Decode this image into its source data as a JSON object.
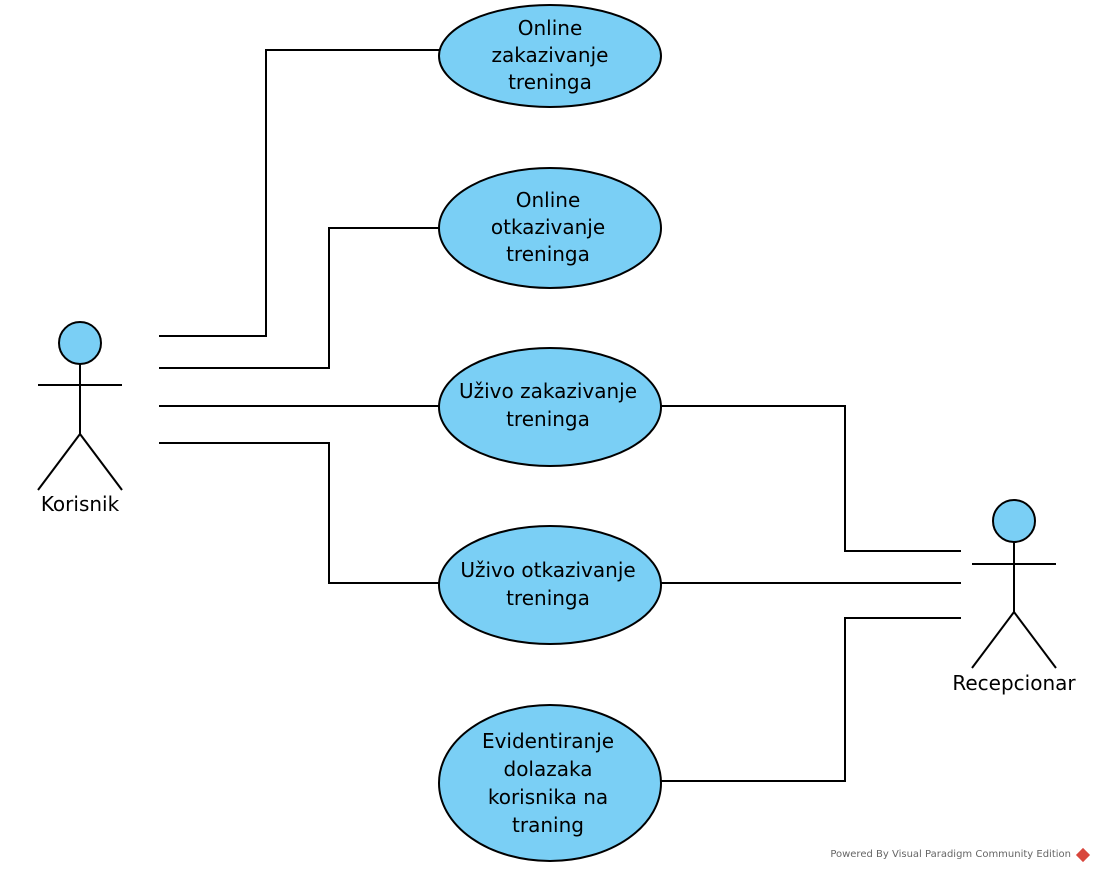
{
  "colors": {
    "use_case_fill": "#7acff5",
    "actor_head_fill": "#7acff5",
    "line": "#000000"
  },
  "actors": {
    "korisnik": {
      "label": "Korisnik"
    },
    "recepcionar": {
      "label": "Recepcionar"
    }
  },
  "use_cases": {
    "online_zakazivanje": {
      "lines": [
        "Online",
        "zakazivanje",
        "treninga"
      ]
    },
    "online_otkazivanje": {
      "lines": [
        "Online",
        "otkazivanje",
        "treninga"
      ]
    },
    "uzivo_zakazivanje": {
      "lines": [
        "Uživo zakazivanje",
        "treninga"
      ]
    },
    "uzivo_otkazivanje": {
      "lines": [
        "Uživo otkazivanje",
        "treninga"
      ]
    },
    "evidentiranje": {
      "lines": [
        "Evidentiranje",
        "dolazaka",
        "korisnika na",
        "traning"
      ]
    }
  },
  "footer": {
    "text": "Powered By Visual Paradigm Community Edition",
    "logo_icon": "visual-paradigm-logo-icon"
  }
}
